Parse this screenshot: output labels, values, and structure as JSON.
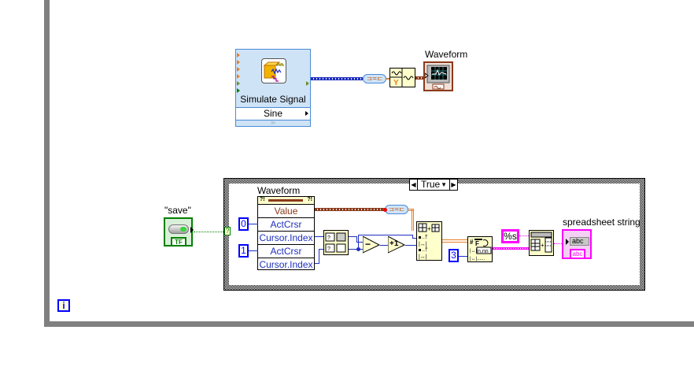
{
  "diagram": {
    "while_loop": {
      "iteration_terminal": "i"
    },
    "simulate_signal": {
      "title": "Simulate Signal",
      "signal_type": "Sine",
      "more_glyph": "≫"
    },
    "waveform_graph": {
      "label": "Waveform"
    },
    "boolean_control": {
      "label": "\"save\"",
      "type_tag": "TF"
    },
    "case_structure": {
      "selector_value": "True",
      "tunnel_glyph": "?"
    },
    "property_node": {
      "label": "Waveform",
      "rows": [
        "Value",
        "ActCrsr",
        "Cursor.Index",
        "ActCrsr",
        "Cursor.Index"
      ]
    },
    "constants": {
      "cursor_0": "0",
      "cursor_1": "1",
      "precision": "3",
      "format": "%s"
    },
    "increment": "+1",
    "subtract": "−",
    "string_indicator": {
      "label": "spreadsheet string",
      "value": "abc",
      "type_tag": "abc"
    },
    "format_node_glyph": "n.nn"
  }
}
